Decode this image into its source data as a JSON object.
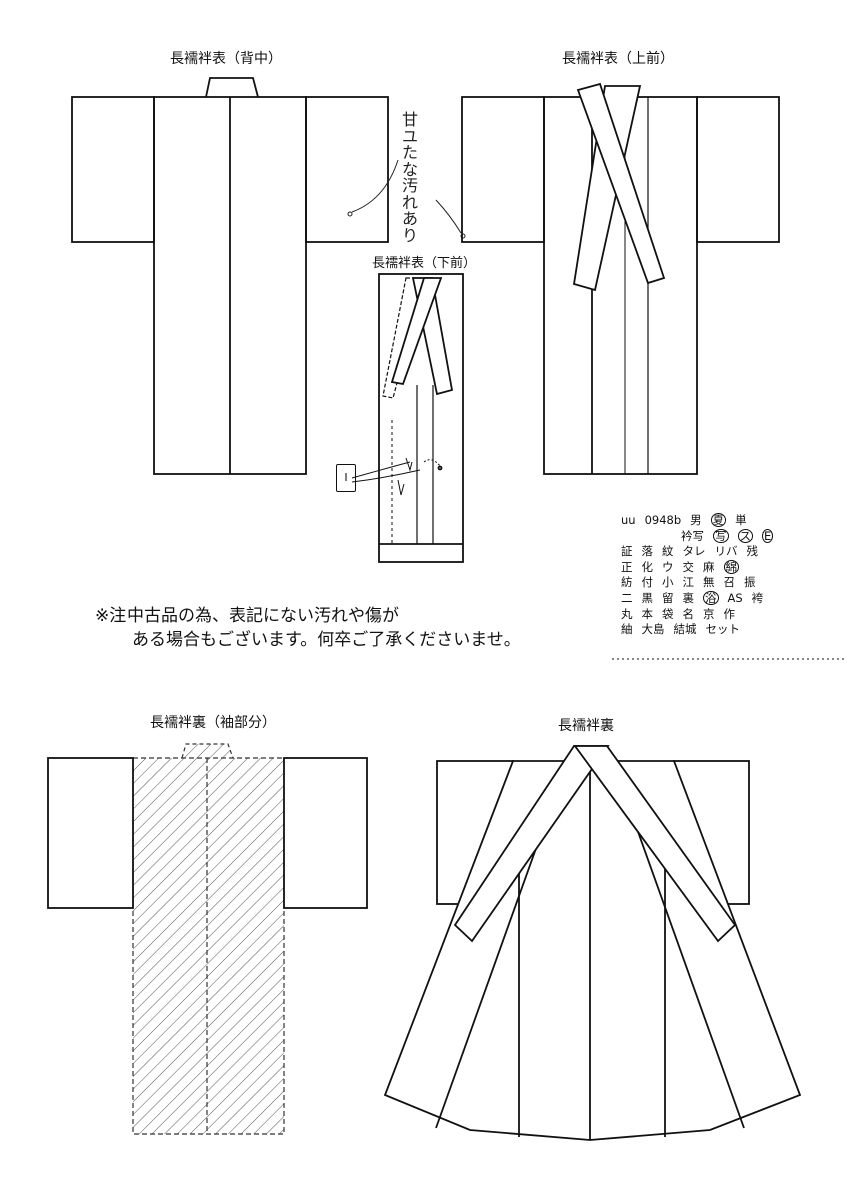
{
  "labels": {
    "back": "長襦袢表（背中）",
    "upper_front": "長襦袢表（上前）",
    "lower_front": "長襦袢表（下前）",
    "lining_sleeve": "長襦袢裏（袖部分）",
    "lining": "長襦袢裏"
  },
  "annotation": {
    "handwritten": "甘ユたな汚れあり",
    "ref_mark": "I"
  },
  "note": {
    "head": "※注",
    "line1": "中古品の為、表記にない汚れや傷が",
    "line2": "ある場合もございます。何卒ご了承くださいませ。"
  },
  "codes": {
    "rows": [
      {
        "cells": [
          "uu",
          "0948b",
          "男",
          "夏",
          "単"
        ],
        "circled": [
          3
        ]
      },
      {
        "cells": [
          "衿写",
          "写",
          "ス",
          "E"
        ],
        "circled": [
          1,
          2,
          3
        ]
      },
      {
        "cells": [
          "証",
          "落",
          "紋",
          "タレ",
          "リバ",
          "残"
        ],
        "circled": []
      },
      {
        "cells": [
          "正",
          "化",
          "ウ",
          "交",
          "麻",
          "綿"
        ],
        "circled": [
          5
        ]
      },
      {
        "cells": [
          "紡",
          "付",
          "小",
          "江",
          "無",
          "召",
          "振"
        ],
        "circled": []
      },
      {
        "cells": [
          "二",
          "黒",
          "留",
          "裏",
          "浴",
          "AS",
          "袴"
        ],
        "circled": [
          4
        ]
      },
      {
        "cells": [
          "丸",
          "本",
          "袋",
          "名",
          "京",
          "作"
        ],
        "circled": []
      },
      {
        "cells": [
          "紬",
          "大島",
          "結城",
          "セット"
        ],
        "circled": []
      }
    ]
  }
}
